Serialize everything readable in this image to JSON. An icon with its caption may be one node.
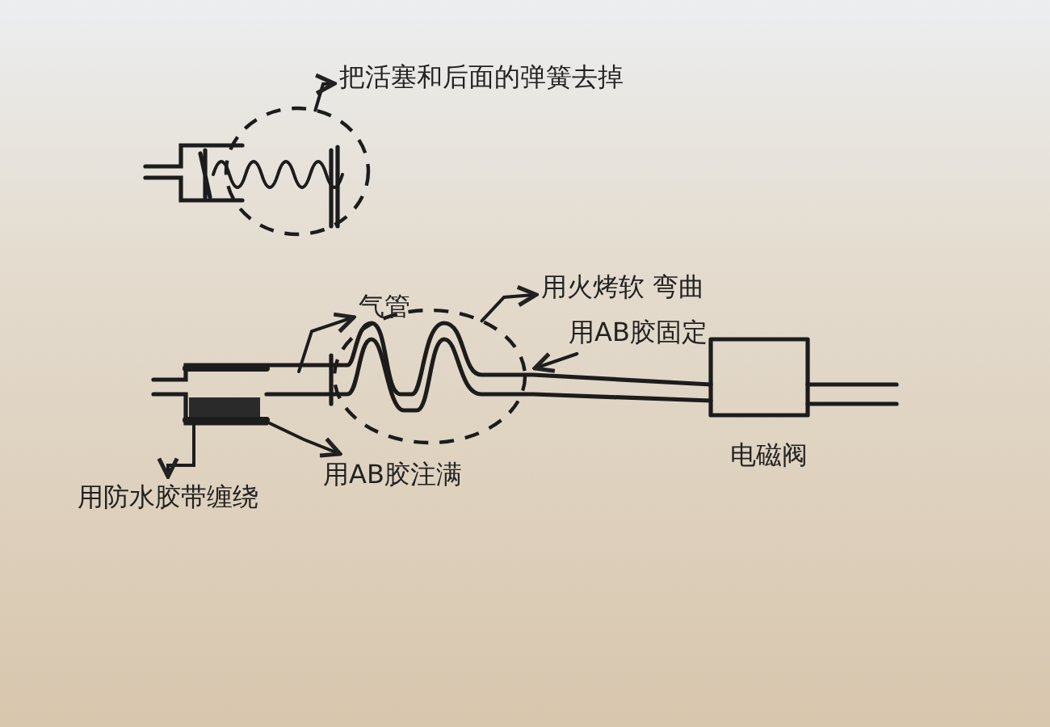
{
  "diagram": {
    "nodes": [
      {
        "text": [
          "把活塞和后面的弹簧去掉"
        ]
      },
      {
        "text": [],
        "shape": "oval"
      },
      {
        "text": [
          "用火烤软 弯曲"
        ]
      },
      {
        "text": [],
        "shape": "oval"
      },
      {
        "text": [
          "气管"
        ]
      },
      {
        "text": [
          "用AB胶固定"
        ]
      },
      {
        "text": [
          "用AB胶注满"
        ]
      },
      {
        "text": [
          "用防水胶带缠绕"
        ]
      }
    ],
    "edges": [
      {
        "from": 1,
        "to": 0,
        "arrow": "to"
      },
      {
        "from": 3,
        "to": 2,
        "arrow": "to"
      },
      {
        "from": null,
        "to": 4,
        "arrow": "to"
      },
      {
        "from": 5,
        "to": null,
        "arrow": "to"
      },
      {
        "from": null,
        "to": 6,
        "arrow": "to"
      },
      {
        "from": null,
        "to": 7,
        "arrow": "to"
      }
    ],
    "labels": [
      "电磁阀"
    ]
  }
}
